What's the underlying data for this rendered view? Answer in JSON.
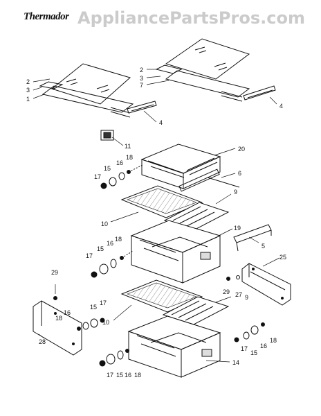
{
  "brand": "Thermador",
  "watermark": "AppliancePartsPros.com",
  "callouts": {
    "c1": "1",
    "c2a": "2",
    "c3a": "3",
    "c4a": "4",
    "c2b": "2",
    "c3b": "3",
    "c7": "7",
    "c4b": "4",
    "c11": "11",
    "c20": "20",
    "c6": "6",
    "c17a": "17",
    "c15a": "15",
    "c16a": "16",
    "c18a": "18",
    "c9a": "9",
    "c10a": "10",
    "c19": "19",
    "c5": "5",
    "c17b": "17",
    "c15b": "15",
    "c16b": "16",
    "c18b": "18",
    "c25": "25",
    "c29a": "29",
    "c29b": "29",
    "c27": "27",
    "c9b": "9",
    "c18c": "18",
    "c16c": "16",
    "c15c": "15",
    "c17c": "17",
    "c28": "28",
    "c10b": "10",
    "c17d": "17",
    "c15d": "15",
    "c16d": "16",
    "c18d": "18",
    "c14": "14",
    "c17e": "17",
    "c15e": "15",
    "c16e": "16",
    "c18e": "18"
  }
}
